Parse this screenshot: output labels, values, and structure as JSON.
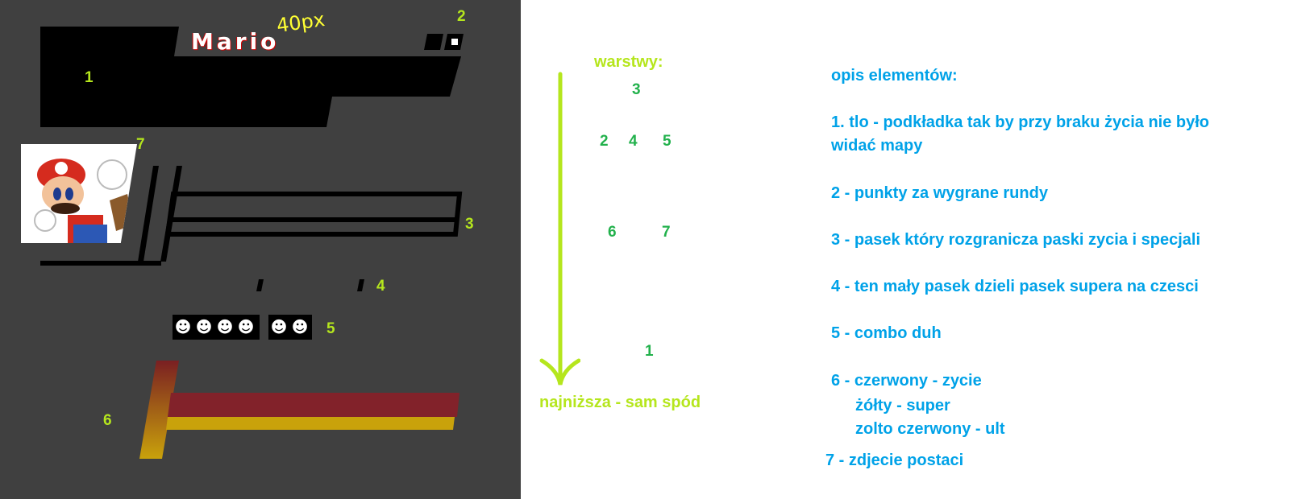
{
  "hud": {
    "player_name": "Mario",
    "name_size_note": "40px",
    "combo_icons": [
      "combo-figure",
      "combo-figure",
      "combo-figure",
      "combo-figure",
      "combo-figure",
      "combo-figure"
    ],
    "colors": {
      "background": "#404040",
      "health": "#82222a",
      "super": "#c9a20b",
      "ult_top": "#7a1f22",
      "ult_bottom": "#c9a20b",
      "label_yellow": "#b5e61d",
      "label_green": "#22b14c",
      "desc_blue": "#00a2e8"
    },
    "labels": {
      "n1": "1",
      "n2": "2",
      "n3": "3",
      "n4": "4",
      "n5": "5",
      "n6": "6",
      "n7": "7"
    }
  },
  "layers": {
    "title": "warstwy:",
    "n3": "3",
    "n2": "2",
    "n4": "4",
    "n5": "5",
    "n6": "6",
    "n7": "7",
    "n1": "1",
    "bottom_label": "najniższa - sam spód"
  },
  "description": {
    "title": "opis elementów:",
    "line_1a": "1. tlo - podkładka tak by przy braku życia nie było",
    "line_1b": "widać mapy",
    "line_2": "2 - punkty za wygrane rundy",
    "line_3": "3 - pasek który rozgranicza paski zycia i specjali",
    "line_4": "4 - ten mały pasek dzieli pasek supera na czesci",
    "line_5": "5 - combo duh",
    "line_6a": "6 - czerwony - zycie",
    "line_6b": "żółty - super",
    "line_6c": "zolto czerwony - ult",
    "line_7": "7 - zdjecie postaci"
  }
}
